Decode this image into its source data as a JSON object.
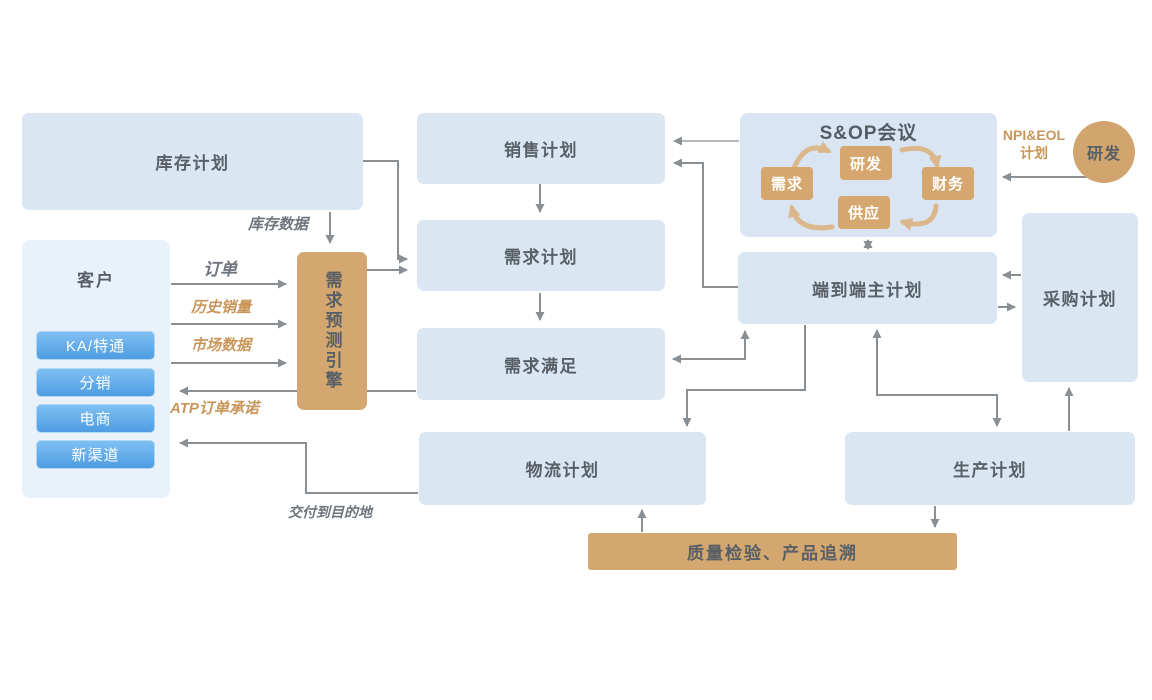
{
  "diagram": {
    "inventory_plan": "库存计划",
    "customer": {
      "title": "客户",
      "channels": [
        "KA/特通",
        "分销",
        "电商",
        "新渠道"
      ]
    },
    "engine": "需求预测引擎",
    "sales_plan": "销售计划",
    "demand_plan": "需求计划",
    "demand_fulfillment": "需求满足",
    "logistics_plan": "物流计划",
    "sop": {
      "title": "S&OP会议",
      "rnd": "研发",
      "finance": "财务",
      "supply": "供应",
      "demand": "需求"
    },
    "e2e_master_plan": "端到端主计划",
    "procurement_plan": "采购计划",
    "production_plan": "生产计划",
    "quality_trace": "质量检验、产品追溯",
    "rnd_source": "研发",
    "npi_label_line1": "NPI&EOL",
    "npi_label_line2": "计划"
  },
  "flow_labels": {
    "inventory_data": "库存数据",
    "order": "订单",
    "historical_sales": "历史销量",
    "market_data": "市场数据",
    "atp_commitment": "ATP订单承诺",
    "delivery_destination": "交付到目的地"
  },
  "colors": {
    "box_blue": "#dbe6f3",
    "customer_panel": "#e9f1fa",
    "tan": "#d3a76f",
    "cycle_arrow": "#dcb78c",
    "arrow_gray": "#8a8f94",
    "box_text": "#585f66",
    "label_gray": "#6f757c",
    "label_tan": "#c9965a",
    "channel_button_top": "#7fc0f2",
    "channel_button_bottom": "#4e9ce2",
    "chip_text": "#ffffff"
  }
}
